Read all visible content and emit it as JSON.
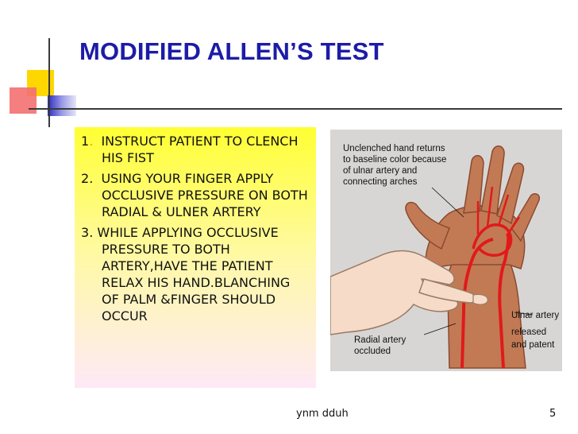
{
  "slide": {
    "title": "MODIFIED ALLEN’S TEST",
    "steps": [
      {
        "number": "1",
        "sep": ".",
        "text": "INSTRUCT PATIENT TO CLENCH HIS FIST"
      },
      {
        "number": "2",
        "sep": ".",
        "text": "USING YOUR FINGER APPLY OCCLUSIVE PRESSURE ON BOTH RADIAL & ULNER ARTERY"
      },
      {
        "number": "3",
        "sep": ".",
        "text": "WHILE APPLYING OCCLUSIVE PRESSURE  TO BOTH ARTERY,HAVE THE PATIENT RELAX HIS HAND.BLANCHING OF PALM &FINGER SHOULD OCCUR"
      }
    ]
  },
  "figure": {
    "caption_top": [
      "Unclenched hand returns",
      "to baseline color because",
      "of ulnar artery and",
      "connecting arches"
    ],
    "caption_left": [
      "Radial artery",
      "occluded"
    ],
    "caption_right": [
      "Ulnar artery",
      "released",
      "and patent"
    ]
  },
  "footer": {
    "author": "ynm dduh",
    "page": "5"
  },
  "colors": {
    "title": "#1c1ca8",
    "deco_yellow": "#ffd700",
    "deco_red": "#f47070",
    "deco_blue": "#3d3dcc",
    "artery": "#e01a1a",
    "skin": "#c27a55"
  }
}
